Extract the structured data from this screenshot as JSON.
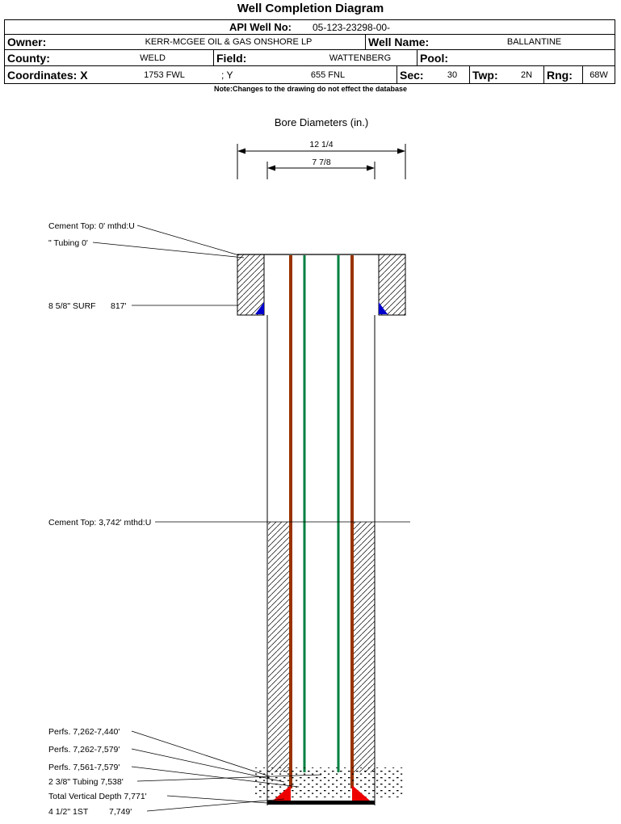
{
  "title": "Well Completion Diagram",
  "header": {
    "api_label": "API Well No:",
    "api_value": "05-123-23298-00-",
    "owner_label": "Owner:",
    "owner_value": "KERR-MCGEE OIL & GAS ONSHORE LP",
    "well_name_label": "Well Name:",
    "well_name_value": "BALLANTINE",
    "county_label": "County:",
    "county_value": "WELD",
    "field_label": "Field:",
    "field_value": "WATTENBERG",
    "pool_label": "Pool:",
    "coordinates_label": "Coordinates: X",
    "coord_x_value": "1753 FWL",
    "coord_y_label": "; Y",
    "coord_y_value": "655 FNL",
    "sec_label": "Sec:",
    "sec_value": "30",
    "twp_label": "Twp:",
    "twp_value": "2N",
    "rng_label": "Rng:",
    "rng_value": "68W"
  },
  "note": "Note:Changes to the drawing do not effect the database",
  "diagram": {
    "bore_title": "Bore Diameters (in.)",
    "outer_diameter": "12 1/4",
    "inner_diameter": "7 7/8",
    "annotations": {
      "cement_top_surface": "Cement Top: 0' mthd:U",
      "tubing_top": "\" Tubing 0'",
      "surface_casing": "8 5/8\" SURF",
      "surface_casing_depth": "817'",
      "cement_top_production": "Cement Top: 3,742' mthd:U",
      "perfs_1": "Perfs. 7,262-7,440'",
      "perfs_2": "Perfs. 7,262-7,579'",
      "perfs_3": "Perfs. 7,561-7,579'",
      "tubing": "2 3/8\" Tubing 7,538'",
      "tvd": "Total Vertical Depth 7,771'",
      "production_casing": "4 1/2\" 1ST",
      "production_casing_depth": "7,749'"
    },
    "colors": {
      "casing": "#993300",
      "tubing": "#008040",
      "cement_shoe": "#0000CC",
      "plug": "#EE0000"
    }
  }
}
